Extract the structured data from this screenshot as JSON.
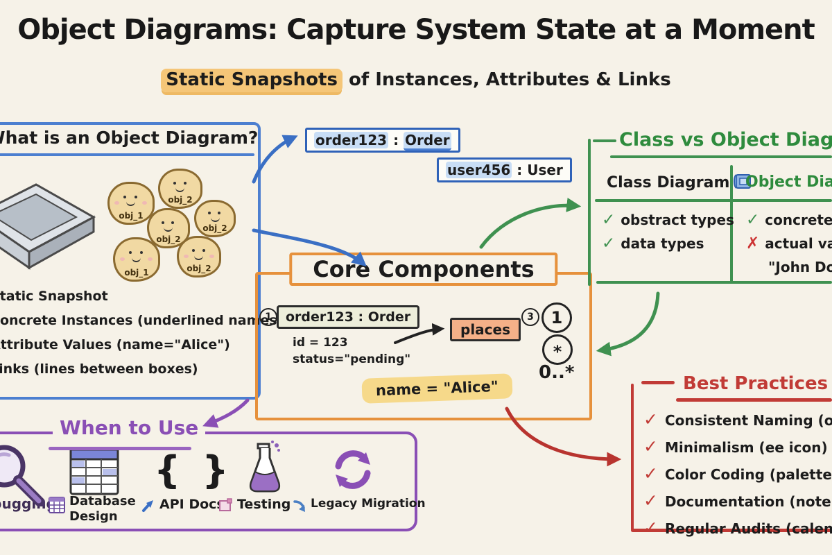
{
  "title": "Object Diagrams: Capture System State at a Moment",
  "subtitle": {
    "highlight": "Static Snapshots",
    "rest": " of Instances, Attributes & Links"
  },
  "what_is": {
    "heading": "What is an Object Diagram?",
    "cookies": [
      "obj_1",
      "obj_2",
      "obj_2",
      "obj_2",
      "obj_1",
      "obj_2"
    ],
    "bullets": [
      "Static Snapshot",
      "Concrete Instances (underlined names)",
      "Attribute Values (name=\"Alice\")",
      "Links (lines between boxes)"
    ]
  },
  "instances": {
    "order": {
      "name": "order123",
      "sep": " : ",
      "type": "Order"
    },
    "user": {
      "name": "user456",
      "sep": " : ",
      "type": "User"
    }
  },
  "core": {
    "heading": "Core Components",
    "num1": "1",
    "object_label": "order123 : Order",
    "attr_id": "id = 123",
    "attr_status": "status=\"pending\"",
    "link_label": "places",
    "num3": "3",
    "mult_one": "1",
    "mult_many": "*",
    "mult_range": "0..*",
    "note": "name = \"Alice\""
  },
  "compare": {
    "heading": "Class vs Object Diagram",
    "col_class": "Class Diagram",
    "col_object": "Object Diagram",
    "class_rows": [
      {
        "mark": "✓",
        "text": "obstract types"
      },
      {
        "mark": "✓",
        "text": "data types"
      }
    ],
    "object_rows": [
      {
        "mark": "✓",
        "text": "concrete instances"
      },
      {
        "mark": "✗",
        "text": "actual values"
      },
      {
        "mark": "",
        "text": "\"John Doe\""
      }
    ]
  },
  "best": {
    "heading": "Best Practices",
    "check": "✓",
    "items": [
      "Consistent Naming (obj_",
      "Minimalism (ee icon)",
      "Color Coding (palette)",
      "Documentation (note icon)",
      "Regular Audits (calendar)"
    ]
  },
  "when": {
    "heading": "When to Use",
    "items": [
      "Debugging",
      "Database Design",
      "API Docs",
      "Testing",
      "Legacy Migration"
    ]
  },
  "colors": {
    "blue": "#3a6fc4",
    "green": "#3f9150",
    "orange": "#e6913c",
    "red": "#c13b36",
    "purple": "#8a4fb5",
    "highlight_yellow": "#f6d98a",
    "highlight_orange": "#f5c678"
  }
}
